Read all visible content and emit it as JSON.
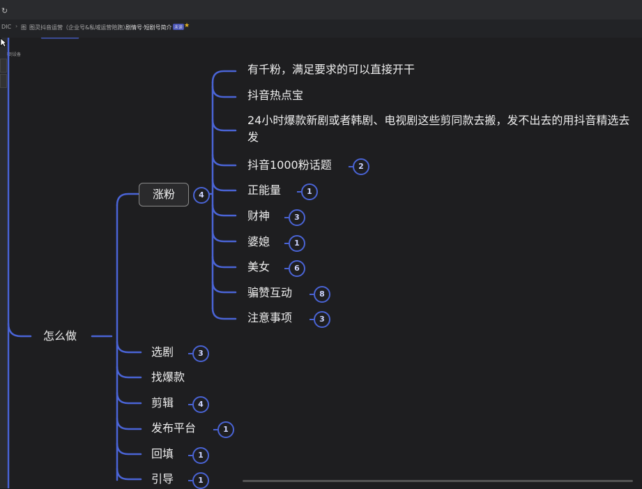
{
  "browser": {
    "crumbs": [
      "DIC",
      "图",
      "图灵抖音运营（企业号&私域运营陪跑）",
      "剧情号·短剧号简介"
    ],
    "crumb_tag": "未读",
    "subline": "保存到设备",
    "reload_icon": "reload-icon",
    "star_icon": "star-icon"
  },
  "mindmap": {
    "main_node": "怎么做",
    "hub_node": "涨粉",
    "hub_badge": "4",
    "hub_children": [
      {
        "label": "有千粉，满足要求的可以直接开干",
        "badge": ""
      },
      {
        "label": "抖音热点宝",
        "badge": ""
      },
      {
        "label": "24小时爆款新剧或者韩剧、电视剧这些剪同款去搬，发不出去的用抖音精选去发",
        "badge": ""
      },
      {
        "label": "抖音1000粉话题",
        "badge": "2"
      },
      {
        "label": "正能量",
        "badge": "1"
      },
      {
        "label": "财神",
        "badge": "3"
      },
      {
        "label": "婆媳",
        "badge": "1"
      },
      {
        "label": "美女",
        "badge": "6"
      },
      {
        "label": "骗赞互动",
        "badge": "8"
      },
      {
        "label": "注意事项",
        "badge": "3"
      }
    ],
    "main_children": [
      {
        "label": "选剧",
        "badge": "3"
      },
      {
        "label": "找爆款",
        "badge": ""
      },
      {
        "label": "剪辑",
        "badge": "4"
      },
      {
        "label": "发布平台",
        "badge": "1"
      },
      {
        "label": "回填",
        "badge": "1"
      },
      {
        "label": "引导",
        "badge": "1"
      }
    ]
  },
  "colors": {
    "background": "#1e1e20",
    "line": "#4a64d6",
    "text": "#eeeeee"
  }
}
